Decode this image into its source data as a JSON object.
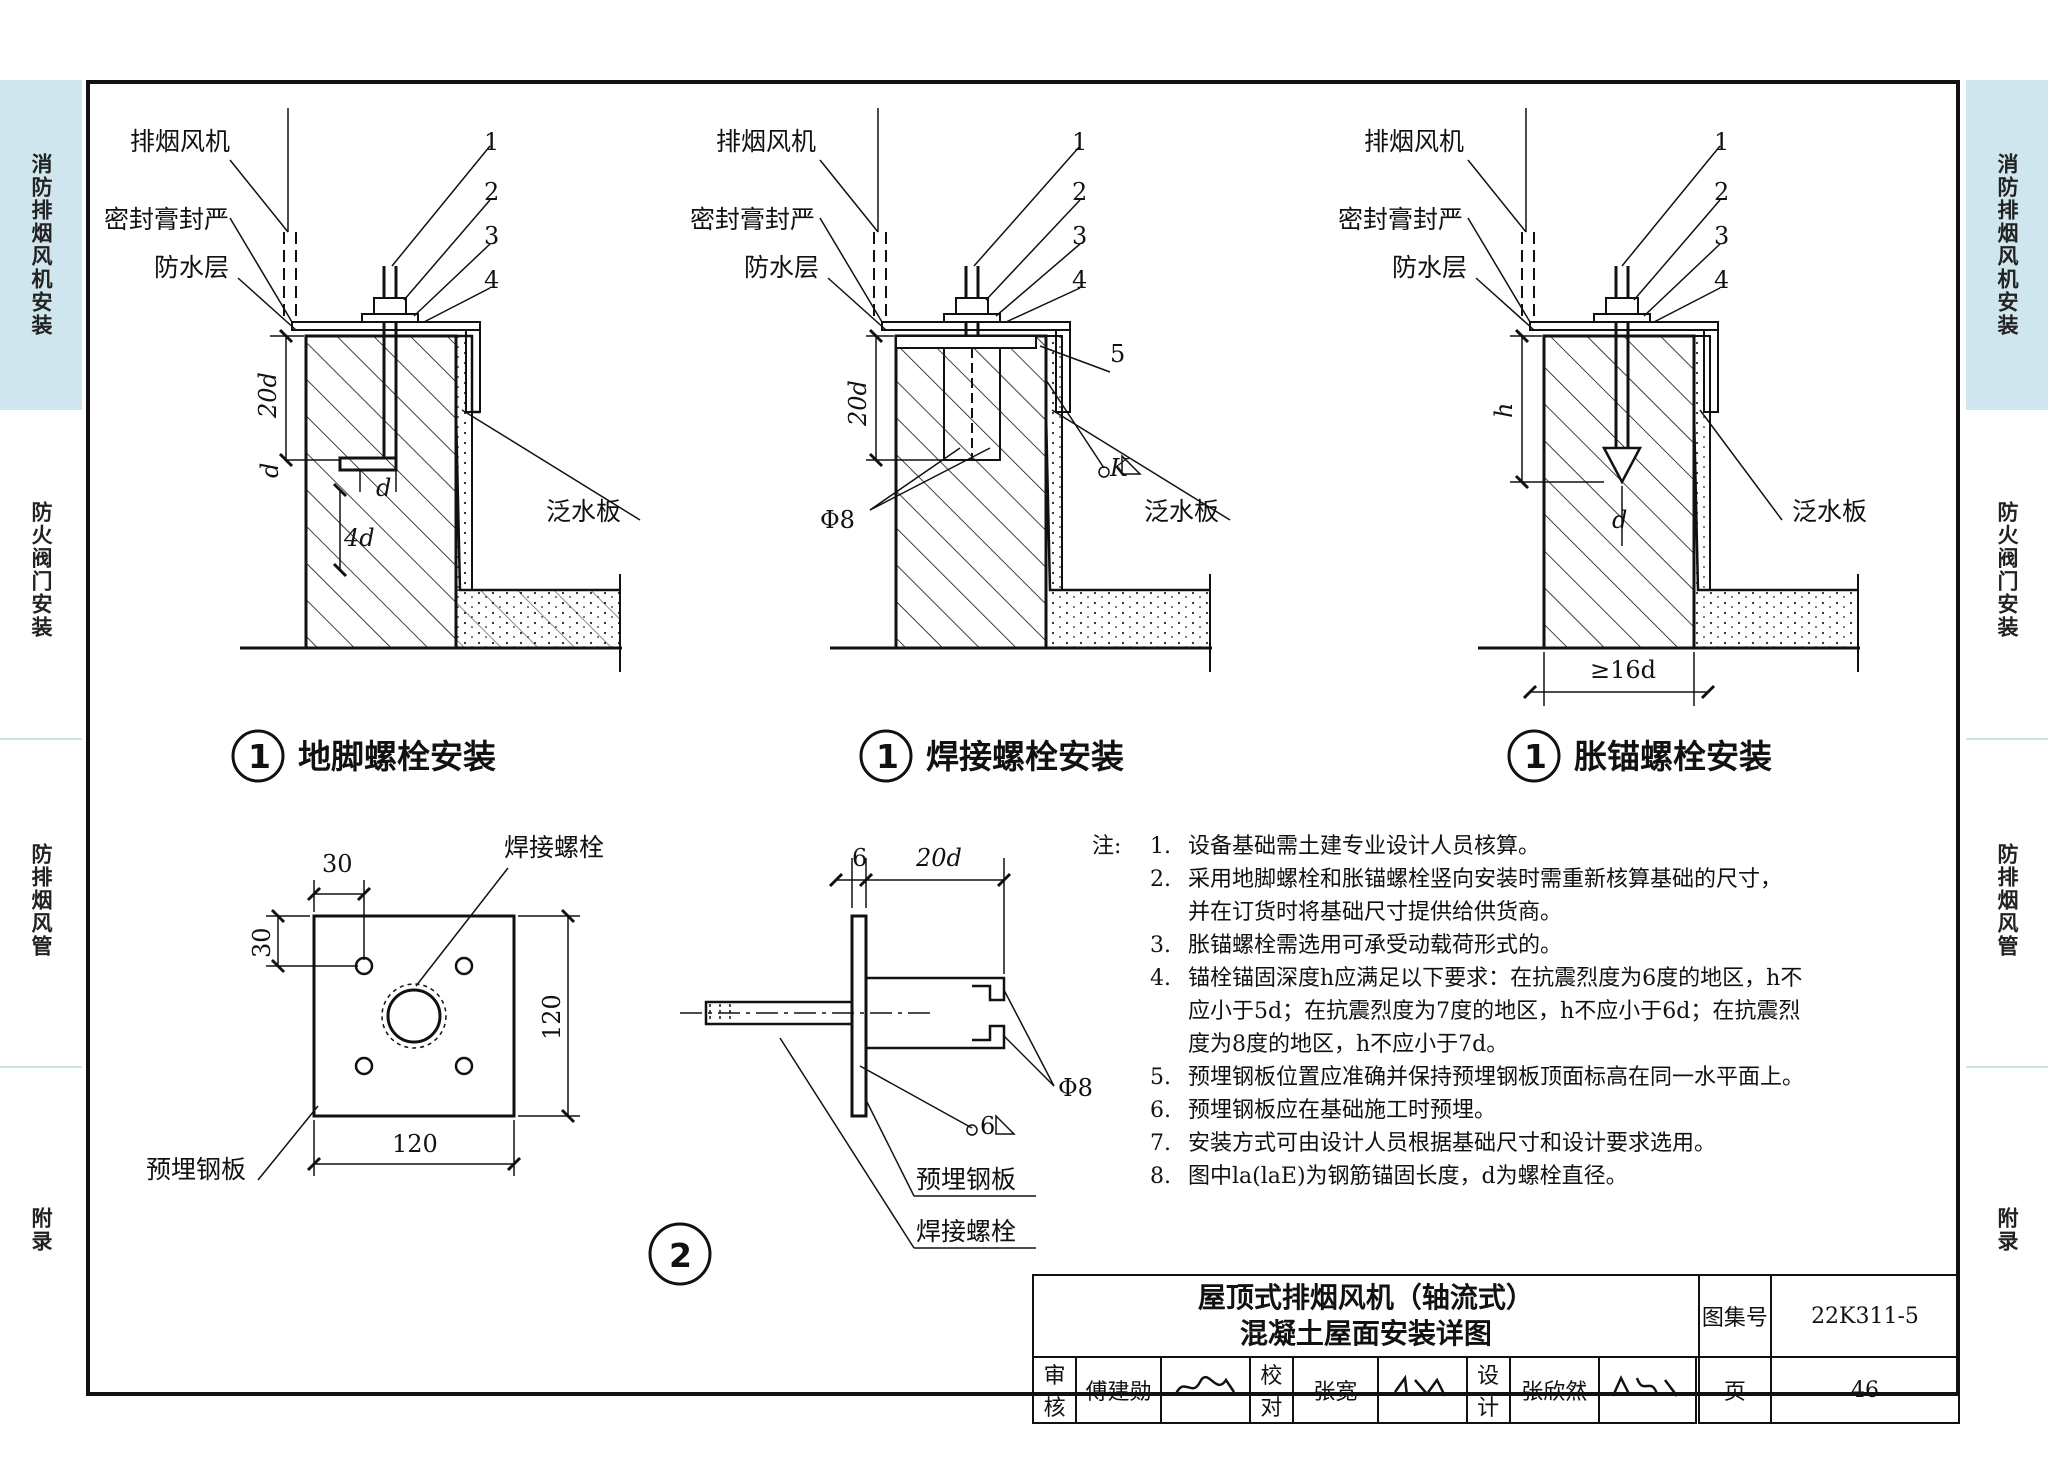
{
  "left_tabs": [
    "消防排烟风机安装",
    "防火阀门安装",
    "防排烟风管",
    "附录"
  ],
  "right_tabs": [
    "消防排烟风机安装",
    "防火阀门安装",
    "防排烟风管",
    "附录"
  ],
  "details": [
    {
      "title": "地脚螺栓安装",
      "number": "1",
      "fan": "排烟风机",
      "seal": "密封膏封严",
      "waterproof": "防水层",
      "flashing": "泛水板",
      "callouts": [
        "1",
        "2",
        "3",
        "4"
      ],
      "dims": [
        "20d",
        "d",
        "d",
        "4d"
      ]
    },
    {
      "title": "焊接螺栓安装",
      "number": "1",
      "fan": "排烟风机",
      "seal": "密封膏封严",
      "waterproof": "防水层",
      "flashing": "泛水板",
      "callouts": [
        "1",
        "2",
        "3",
        "4",
        "5"
      ],
      "dims": [
        "20d",
        "K",
        "Φ8"
      ]
    },
    {
      "title": "胀锚螺栓安装",
      "number": "1",
      "fan": "排烟风机",
      "seal": "密封膏封严",
      "waterproof": "防水层",
      "flashing": "泛水板",
      "callouts": [
        "1",
        "2",
        "3",
        "4"
      ],
      "dims": [
        "h",
        "d",
        "≥16d"
      ]
    }
  ],
  "plate": {
    "weld_bolt": "焊接螺栓",
    "embedded_plate": "预埋钢板",
    "dim_30a": "30",
    "dim_30b": "30",
    "dim_120w": "120",
    "dim_120h": "120",
    "detail_no": "2"
  },
  "side": {
    "dim_6": "6",
    "dim_20d": "20d",
    "phi8": "Φ8",
    "weld": "6",
    "embedded_plate": "预埋钢板",
    "weld_bolt": "焊接螺栓"
  },
  "notes": {
    "lead": "注:",
    "items": [
      {
        "no": "1.",
        "lines": [
          "设备基础需土建专业设计人员核算。"
        ]
      },
      {
        "no": "2.",
        "lines": [
          "采用地脚螺栓和胀锚螺栓竖向安装时需重新核算基础的尺寸，",
          "并在订货时将基础尺寸提供给供货商。"
        ]
      },
      {
        "no": "3.",
        "lines": [
          "胀锚螺栓需选用可承受动载荷形式的。"
        ]
      },
      {
        "no": "4.",
        "lines": [
          "锚栓锚固深度h应满足以下要求：在抗震烈度为6度的地区，h不",
          "应小于5d；在抗震烈度为7度的地区，h不应小于6d；在抗震烈",
          "度为8度的地区，h不应小于7d。"
        ]
      },
      {
        "no": "5.",
        "lines": [
          "预埋钢板位置应准确并保持预埋钢板顶面标高在同一水平面上。"
        ]
      },
      {
        "no": "6.",
        "lines": [
          "预埋钢板应在基础施工时预埋。"
        ]
      },
      {
        "no": "7.",
        "lines": [
          "安装方式可由设计人员根据基础尺寸和设计要求选用。"
        ]
      },
      {
        "no": "8.",
        "lines": [
          "图中la(laE)为钢筋锚固长度，d为螺栓直径。"
        ]
      }
    ]
  },
  "title_block": {
    "title_line1": "屋顶式排烟风机（轴流式）",
    "title_line2": "混凝土屋面安装详图",
    "atlas_label": "图集号",
    "atlas_no": "22K311-5",
    "page_label": "页",
    "page_no": "46",
    "review_label": "审核",
    "reviewer": "傅建勋",
    "check_label": "校对",
    "checker": "张宽",
    "design_label": "设计",
    "designer": "张欣然"
  },
  "colors": {
    "tab_active": "#cfe6ee",
    "line": "#111111"
  }
}
